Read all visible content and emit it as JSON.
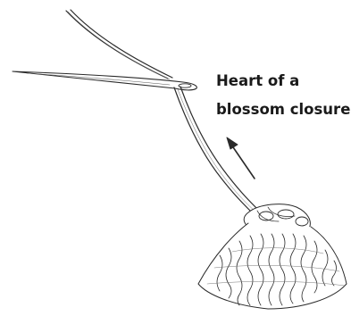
{
  "caption": {
    "line1": "Heart of a",
    "line2": "blossom closure."
  },
  "illustration": {
    "subject": "knitting-needle-drawing-yarn-through-cast-on-stitches",
    "ink_color": "#2a2a2a"
  }
}
